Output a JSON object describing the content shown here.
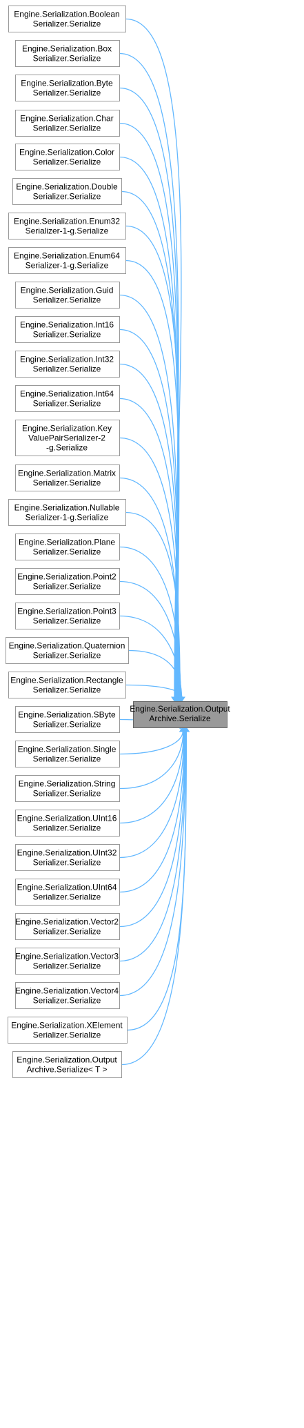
{
  "target": {
    "lines": [
      "Engine.Serialization.Output",
      "Archive.Serialize"
    ]
  },
  "callers": [
    {
      "lines": [
        "Engine.Serialization.Boolean",
        "Serializer.Serialize"
      ]
    },
    {
      "lines": [
        "Engine.Serialization.Box",
        "Serializer.Serialize"
      ]
    },
    {
      "lines": [
        "Engine.Serialization.Byte",
        "Serializer.Serialize"
      ]
    },
    {
      "lines": [
        "Engine.Serialization.Char",
        "Serializer.Serialize"
      ]
    },
    {
      "lines": [
        "Engine.Serialization.Color",
        "Serializer.Serialize"
      ]
    },
    {
      "lines": [
        "Engine.Serialization.Double",
        "Serializer.Serialize"
      ]
    },
    {
      "lines": [
        "Engine.Serialization.Enum32",
        "Serializer-1-g.Serialize"
      ]
    },
    {
      "lines": [
        "Engine.Serialization.Enum64",
        "Serializer-1-g.Serialize"
      ]
    },
    {
      "lines": [
        "Engine.Serialization.Guid",
        "Serializer.Serialize"
      ]
    },
    {
      "lines": [
        "Engine.Serialization.Int16",
        "Serializer.Serialize"
      ]
    },
    {
      "lines": [
        "Engine.Serialization.Int32",
        "Serializer.Serialize"
      ]
    },
    {
      "lines": [
        "Engine.Serialization.Int64",
        "Serializer.Serialize"
      ]
    },
    {
      "lines": [
        "Engine.Serialization.Key",
        "ValuePairSerializer-2",
        "-g.Serialize"
      ]
    },
    {
      "lines": [
        "Engine.Serialization.Matrix",
        "Serializer.Serialize"
      ]
    },
    {
      "lines": [
        "Engine.Serialization.Nullable",
        "Serializer-1-g.Serialize"
      ]
    },
    {
      "lines": [
        "Engine.Serialization.Plane",
        "Serializer.Serialize"
      ]
    },
    {
      "lines": [
        "Engine.Serialization.Point2",
        "Serializer.Serialize"
      ]
    },
    {
      "lines": [
        "Engine.Serialization.Point3",
        "Serializer.Serialize"
      ]
    },
    {
      "lines": [
        "Engine.Serialization.Quaternion",
        "Serializer.Serialize"
      ]
    },
    {
      "lines": [
        "Engine.Serialization.Rectangle",
        "Serializer.Serialize"
      ]
    },
    {
      "lines": [
        "Engine.Serialization.SByte",
        "Serializer.Serialize"
      ]
    },
    {
      "lines": [
        "Engine.Serialization.Single",
        "Serializer.Serialize"
      ]
    },
    {
      "lines": [
        "Engine.Serialization.String",
        "Serializer.Serialize"
      ]
    },
    {
      "lines": [
        "Engine.Serialization.UInt16",
        "Serializer.Serialize"
      ]
    },
    {
      "lines": [
        "Engine.Serialization.UInt32",
        "Serializer.Serialize"
      ]
    },
    {
      "lines": [
        "Engine.Serialization.UInt64",
        "Serializer.Serialize"
      ]
    },
    {
      "lines": [
        "Engine.Serialization.Vector2",
        "Serializer.Serialize"
      ]
    },
    {
      "lines": [
        "Engine.Serialization.Vector3",
        "Serializer.Serialize"
      ]
    },
    {
      "lines": [
        "Engine.Serialization.Vector4",
        "Serializer.Serialize"
      ]
    },
    {
      "lines": [
        "Engine.Serialization.XElement",
        "Serializer.Serialize"
      ]
    },
    {
      "lines": [
        "Engine.Serialization.Output",
        "Archive.Serialize< T >"
      ]
    }
  ],
  "colors": {
    "edge": "#63b8ff",
    "target_fill": "#999999",
    "node_border": "#999999"
  }
}
